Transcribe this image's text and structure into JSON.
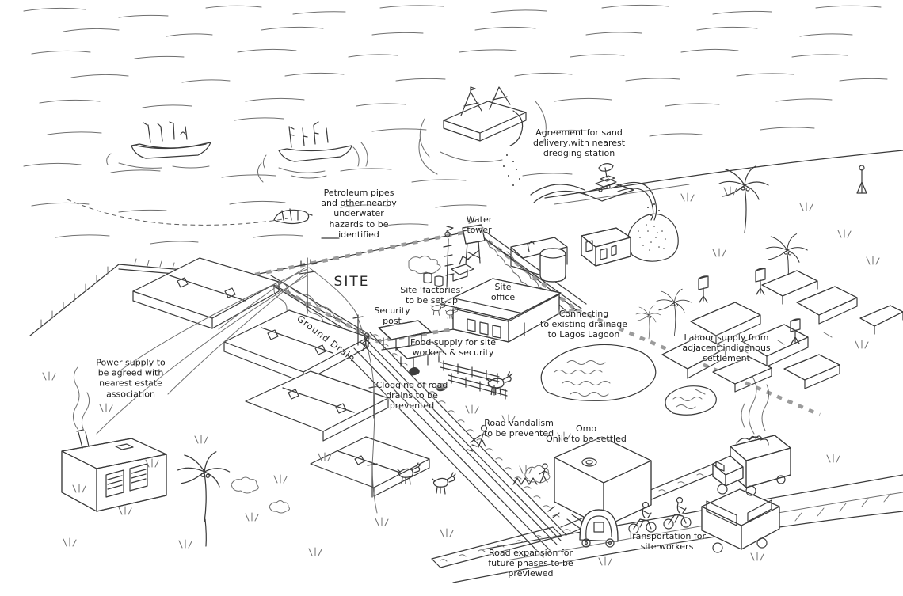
{
  "labels": {
    "agreement": {
      "text": "Agreement for sand\ndelivery,with nearest\ndredging station"
    },
    "petroleum": {
      "text": "Petroleum pipes\nand other nearby\nunderwater\nhazards to be\nidentified"
    },
    "water_tower": {
      "text": "Water\ntower"
    },
    "site": {
      "text": "SITE"
    },
    "site_factories": {
      "text": "Site ‘factories’\nto be set up"
    },
    "site_office": {
      "text": "Site\noffice"
    },
    "security_post": {
      "text": "Security\npost"
    },
    "connecting_drainage": {
      "text": "Connecting\nto existing drainage\nto Lagos Lagoon"
    },
    "labour_supply": {
      "text": "Labour supply from\nadjacent indigenous\nsettlement"
    },
    "food_supply": {
      "text": "Food supply for site\nworkers & security"
    },
    "power_supply": {
      "text": "Power supply to\nbe agreed with\nnearest estate\nassociation"
    },
    "clogging": {
      "text": "Clogging of road\ndrains to be\nprevented"
    },
    "vandalism": {
      "text": "Road vandalism\nto be prevented"
    },
    "omo_onile": {
      "text": "Omo\nOnile to be settled"
    },
    "road_expansion": {
      "text": "Road expansion for\nfuture phases to be\npreviewed"
    },
    "transportation": {
      "text": "Transportation for\nsite workers"
    },
    "ground_drain": {
      "text": "Ground Drain"
    }
  },
  "colors": {
    "ink": "#3a3a3a",
    "light_ink": "#6f6f6f",
    "site_boundary_dash": "#9b9b9b",
    "site_hatch": "#cfcfcf",
    "paper": "#ffffff",
    "label_text": "#1c1c1c"
  }
}
